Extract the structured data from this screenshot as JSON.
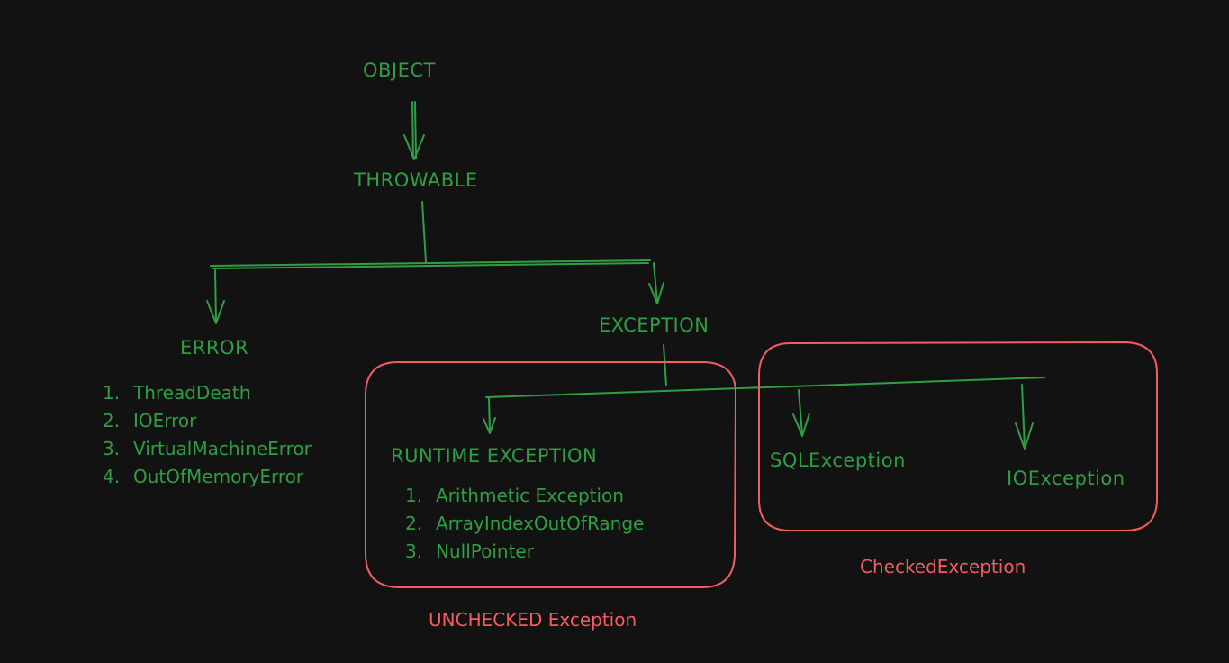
{
  "colors": {
    "background": "#121212",
    "node_text": "#2f9e44",
    "connector": "#2f9e44",
    "group_outline": "#f25d64",
    "group_text": "#f25d64"
  },
  "nodes": {
    "object": "OBJECT",
    "throwable": "THROWABLE",
    "error": "ERROR",
    "exception": "EXCEPTION",
    "runtime_exception": "RUNTIME EXCEPTION",
    "sql_exception": "SQLException",
    "io_exception": "IOException"
  },
  "error_list": [
    {
      "num": "1.",
      "text": "ThreadDeath"
    },
    {
      "num": "2.",
      "text": "IOError"
    },
    {
      "num": "3.",
      "text": "VirtualMachineError"
    },
    {
      "num": "4.",
      "text": "OutOfMemoryError"
    }
  ],
  "runtime_list": [
    {
      "num": "1.",
      "text": "Arithmetic Exception"
    },
    {
      "num": "2.",
      "text": "ArrayIndexOutOfRange"
    },
    {
      "num": "3.",
      "text": "NullPointer"
    }
  ],
  "groups": {
    "unchecked": "UNCHECKED Exception",
    "checked": "CheckedException"
  }
}
